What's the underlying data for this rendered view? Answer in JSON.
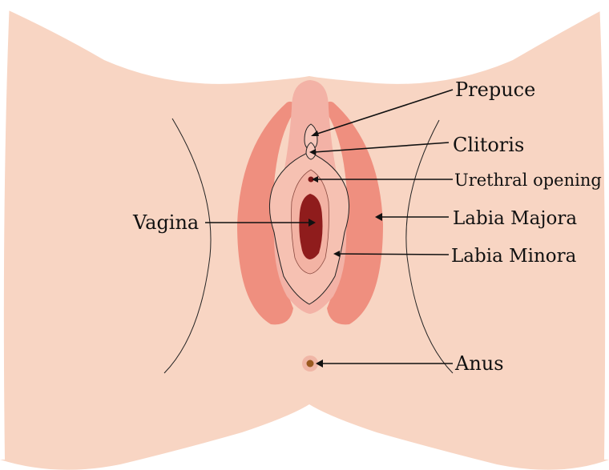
{
  "labels": {
    "prepuce": "Prepuce",
    "clitoris": "Clitoris",
    "urethral_opening": "Urethral opening",
    "labia_majora": "Labia Majora",
    "labia_minora": "Labia Minora",
    "vagina": "Vagina",
    "anus": "Anus"
  },
  "colors": {
    "skin": "#f8d5c3",
    "labia_majora": "#ef8f7f",
    "prepuce_hood": "#f3b2a6",
    "labia_minora_outer": "#f6c1b2",
    "vestibule": "#f3b3a4",
    "vaginal_opening": "#8f1c1c",
    "anus": "#9a5a1f",
    "outline": "#222222"
  }
}
